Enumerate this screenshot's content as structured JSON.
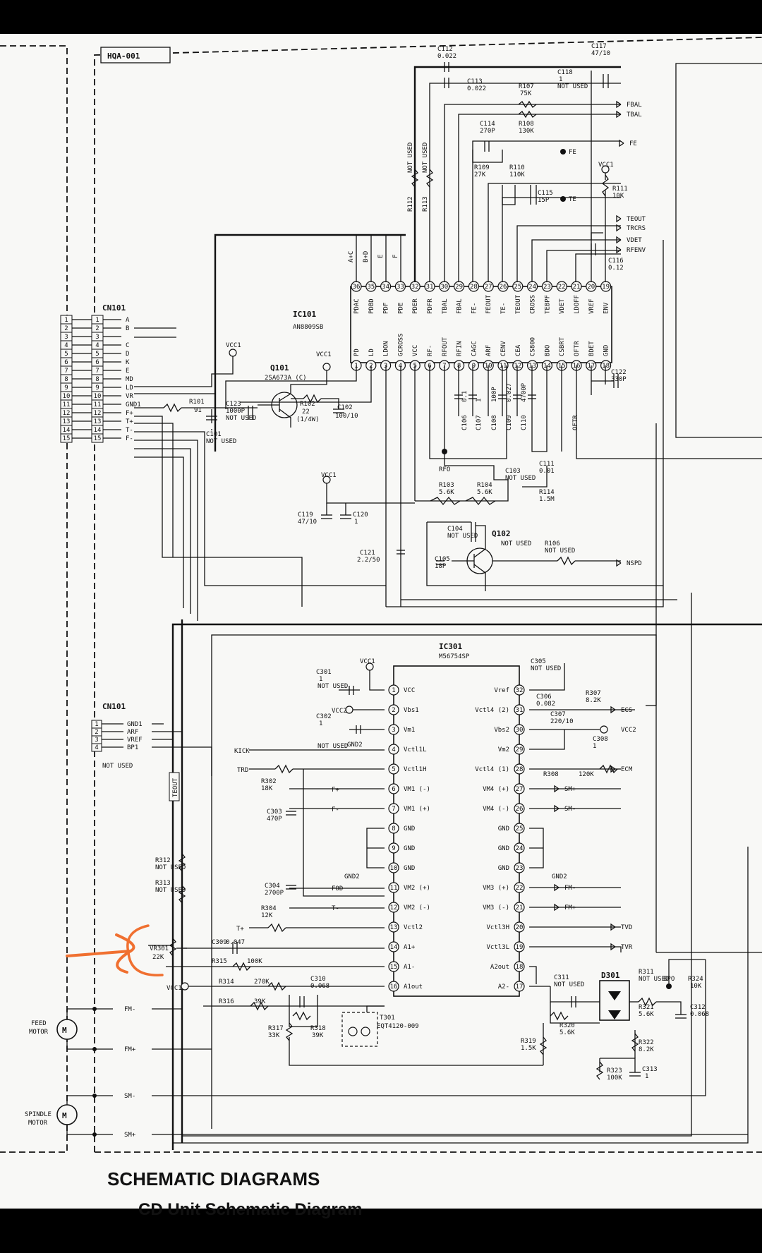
{
  "sheet": {
    "title": "SCHEMATIC DIAGRAMS",
    "subtitle": "CD Unit Schematic Diagram",
    "board": "HQA-001"
  },
  "ic101": {
    "name": "IC101",
    "part": "AN8809SB",
    "top_pins": [
      {
        "n": "36",
        "s": "PDAC"
      },
      {
        "n": "35",
        "s": "PDBD"
      },
      {
        "n": "34",
        "s": "PDF"
      },
      {
        "n": "33",
        "s": "PDE"
      },
      {
        "n": "32",
        "s": "PDER"
      },
      {
        "n": "31",
        "s": "PDFR"
      },
      {
        "n": "30",
        "s": "TBAL"
      },
      {
        "n": "29",
        "s": "FBAL"
      },
      {
        "n": "28",
        "s": "FE-"
      },
      {
        "n": "27",
        "s": "FEOUT"
      },
      {
        "n": "26",
        "s": "TE-"
      },
      {
        "n": "25",
        "s": "TEOUT"
      },
      {
        "n": "24",
        "s": "CROSS"
      },
      {
        "n": "23",
        "s": "TEBPF"
      },
      {
        "n": "22",
        "s": "VDET"
      },
      {
        "n": "21",
        "s": "LDOFF"
      },
      {
        "n": "20",
        "s": "VREF"
      },
      {
        "n": "19",
        "s": "ENV"
      }
    ],
    "bottom_pins": [
      {
        "n": "1",
        "s": "PD"
      },
      {
        "n": "2",
        "s": "LD"
      },
      {
        "n": "3",
        "s": "LDON"
      },
      {
        "n": "4",
        "s": "GCROSS"
      },
      {
        "n": "5",
        "s": "VCC"
      },
      {
        "n": "6",
        "s": "RF-"
      },
      {
        "n": "7",
        "s": "RFOUT"
      },
      {
        "n": "8",
        "s": "RFIN"
      },
      {
        "n": "9",
        "s": "CAGC"
      },
      {
        "n": "10",
        "s": "ARF"
      },
      {
        "n": "11",
        "s": "CENV"
      },
      {
        "n": "12",
        "s": "CEA"
      },
      {
        "n": "13",
        "s": "CS800"
      },
      {
        "n": "14",
        "s": "BDO"
      },
      {
        "n": "15",
        "s": "CSBRT"
      },
      {
        "n": "16",
        "s": "OFTR"
      },
      {
        "n": "17",
        "s": "BDET"
      },
      {
        "n": "18",
        "s": "GND"
      }
    ]
  },
  "ic301": {
    "name": "IC301",
    "part": "M56754SP",
    "left_pins": [
      {
        "n": "1",
        "s": "VCC"
      },
      {
        "n": "2",
        "s": "Vbs1"
      },
      {
        "n": "3",
        "s": "Vm1"
      },
      {
        "n": "4",
        "s": "Vctl1L"
      },
      {
        "n": "5",
        "s": "Vctl1H"
      },
      {
        "n": "6",
        "s": "VM1 (-)"
      },
      {
        "n": "7",
        "s": "VM1 (+)"
      },
      {
        "n": "8",
        "s": "GND"
      },
      {
        "n": "9",
        "s": "GND"
      },
      {
        "n": "10",
        "s": "GND"
      },
      {
        "n": "11",
        "s": "VM2 (+)"
      },
      {
        "n": "12",
        "s": "VM2 (-)"
      },
      {
        "n": "13",
        "s": "Vctl2"
      },
      {
        "n": "14",
        "s": "A1+"
      },
      {
        "n": "15",
        "s": "A1-"
      },
      {
        "n": "16",
        "s": "A1out"
      }
    ],
    "right_pins": [
      {
        "n": "32",
        "s": "Vref"
      },
      {
        "n": "31",
        "s": "Vctl4 (2)"
      },
      {
        "n": "30",
        "s": "Vbs2"
      },
      {
        "n": "29",
        "s": "Vm2"
      },
      {
        "n": "28",
        "s": "Vctl4 (1)"
      },
      {
        "n": "27",
        "s": "VM4 (+)"
      },
      {
        "n": "26",
        "s": "VM4 (-)"
      },
      {
        "n": "25",
        "s": "GND"
      },
      {
        "n": "24",
        "s": "GND"
      },
      {
        "n": "23",
        "s": "GND"
      },
      {
        "n": "22",
        "s": "VM3 (+)"
      },
      {
        "n": "21",
        "s": "VM3 (-)"
      },
      {
        "n": "20",
        "s": "Vctl3H"
      },
      {
        "n": "19",
        "s": "Vctl3L"
      },
      {
        "n": "18",
        "s": "A2out"
      },
      {
        "n": "17",
        "s": "A2-"
      }
    ]
  },
  "cn101a": {
    "name": "CN101",
    "pins": [
      "1",
      "2",
      "3",
      "4",
      "5",
      "6",
      "7",
      "8",
      "9",
      "10",
      "11",
      "12",
      "13",
      "14",
      "15"
    ],
    "signals": [
      "A",
      "B",
      "",
      "C",
      "D",
      "K",
      "E",
      "MD",
      "LD",
      "VR",
      "GND1",
      "F+",
      "T+",
      "T-",
      "F-"
    ]
  },
  "cn101b": {
    "name": "CN101",
    "pins": [
      "1",
      "2",
      "3",
      "4"
    ],
    "signals": [
      "GND1",
      "ARF",
      "VREF",
      "BP1"
    ],
    "note": "NOT USED"
  },
  "net_labels_top": [
    "FBAL",
    "TBAL",
    "FE",
    "TEOUT",
    "TRCRS",
    "VDET",
    "RFENV",
    "NSPD"
  ],
  "net_labels_ic301": [
    "ECS",
    "ECM",
    "SM+",
    "SM-",
    "FM-",
    "FM+",
    "TVD",
    "TVR",
    "KICK",
    "TRD",
    "FOD",
    "T-",
    "T+",
    "F+",
    "F-"
  ],
  "net_labels_bottom": [
    "FM-",
    "FM+",
    "SM-",
    "SM+"
  ],
  "bus_labels": [
    "A+C",
    "B+D",
    "E",
    "F"
  ],
  "vcc": "VCC1",
  "components": {
    "q101": {
      "ref": "Q101",
      "part": "2SA673A (C)"
    },
    "q102": {
      "ref": "Q102",
      "note": "NOT USED"
    },
    "d301": {
      "ref": "D301"
    },
    "t301": {
      "ref": "T301",
      "part": "EQT4120-009"
    },
    "vr301": {
      "ref": "VR301",
      "value": "22K"
    },
    "feed_motor": {
      "label1": "FEED",
      "label2": "MOTOR"
    },
    "spindle_motor": {
      "label1": "SPINDLE",
      "label2": "MOTOR"
    }
  },
  "parts_text": {
    "c112": "C112",
    "c112v": "0.022",
    "c113": "C113",
    "c113v": "0.022",
    "c117": "C117",
    "c117v": "47/10",
    "c118": "C118",
    "c118v": "1",
    "c118n": "NOT USED",
    "r107": "R107",
    "r107v": "75K",
    "r108": "R108",
    "r108v": "130K",
    "c114": "C114",
    "c114v": "270P",
    "r109": "R109",
    "r109v": "27K",
    "r110": "R110",
    "r110v": "110K",
    "c115": "C115",
    "c115v": "15P",
    "r111": "R111",
    "r111v": "10K",
    "c116": "C116",
    "c116v": "0.12",
    "r112": "R112",
    "r113": "R113",
    "nu": "NOT USED",
    "te": "TE",
    "fe": "FE",
    "r101": "R101",
    "r101v": "91",
    "c123": "C123",
    "c123v": "1000P",
    "c101": "C101",
    "r102": "R102",
    "r102v": "22",
    "r102w": "(1/4W)",
    "c102": "C102",
    "c102v": "100/10",
    "c122": "C122",
    "c122v": "330P",
    "c106": "C106",
    "c106v": "0.1",
    "c107": "C107",
    "c107v": "1",
    "c108": "C108",
    "c108v": "100P",
    "c109": "C109",
    "c109v": "0.027",
    "c110": "C110",
    "c110v": "4700P",
    "oftr": "OFTR",
    "rfo": "RFO",
    "c103": "C103",
    "r103": "R103",
    "r103v": "5.6K",
    "r104": "R104",
    "r104v": "5.6K",
    "c111": "C111",
    "c111v": "0.01",
    "r114": "R114",
    "r114v": "1.5M",
    "c119": "C119",
    "c119v": "47/10",
    "c120": "C120",
    "c120v": "1",
    "c121": "C121",
    "c121v": "2.2/50",
    "c104": "C104",
    "c105": "C105",
    "c105v": "18P",
    "r106": "R106",
    "c301": "C301",
    "c301v": "1",
    "vcc2": "VCC2",
    "gnd2": "GND2",
    "c302": "C302",
    "c302v": "1",
    "r302": "R302",
    "r302v": "18K",
    "c303": "C303",
    "c303v": "470P",
    "c304": "C304",
    "c304v": "2700P",
    "r304": "R304",
    "r304v": "12K",
    "c305": "C305",
    "c306": "C306",
    "c306v": "0.082",
    "r307": "R307",
    "r307v": "8.2K",
    "c307": "C307",
    "c307v": "220/10",
    "c308": "C308",
    "c308v": "1",
    "r308": "R308",
    "r308v": "120K",
    "teout": "TEOUT",
    "r312": "R312",
    "r313": "R313",
    "c309": "C309",
    "c309v": "0.047",
    "r315": "R315",
    "r315v": "100K",
    "r314": "R314",
    "r314v": "270K",
    "r316": "R316",
    "r316v": "39K",
    "c310": "C310",
    "c310v": "0.068",
    "r317": "R317",
    "r317v": "33K",
    "r318": "R318",
    "r318v": "39K",
    "c311": "C311",
    "r320": "R320",
    "r320v": "5.6K",
    "r319": "R319",
    "r319v": "1.5K",
    "r311": "R311",
    "bpo": "BPO",
    "r324": "R324",
    "r324v": "10K",
    "r321": "R321",
    "r321v": "5.6K",
    "c312": "C312",
    "c312v": "0.068",
    "r322": "R322",
    "r322v": "8.2K",
    "r323": "R323",
    "r323v": "100K",
    "c313": "C313",
    "c313v": "1"
  }
}
